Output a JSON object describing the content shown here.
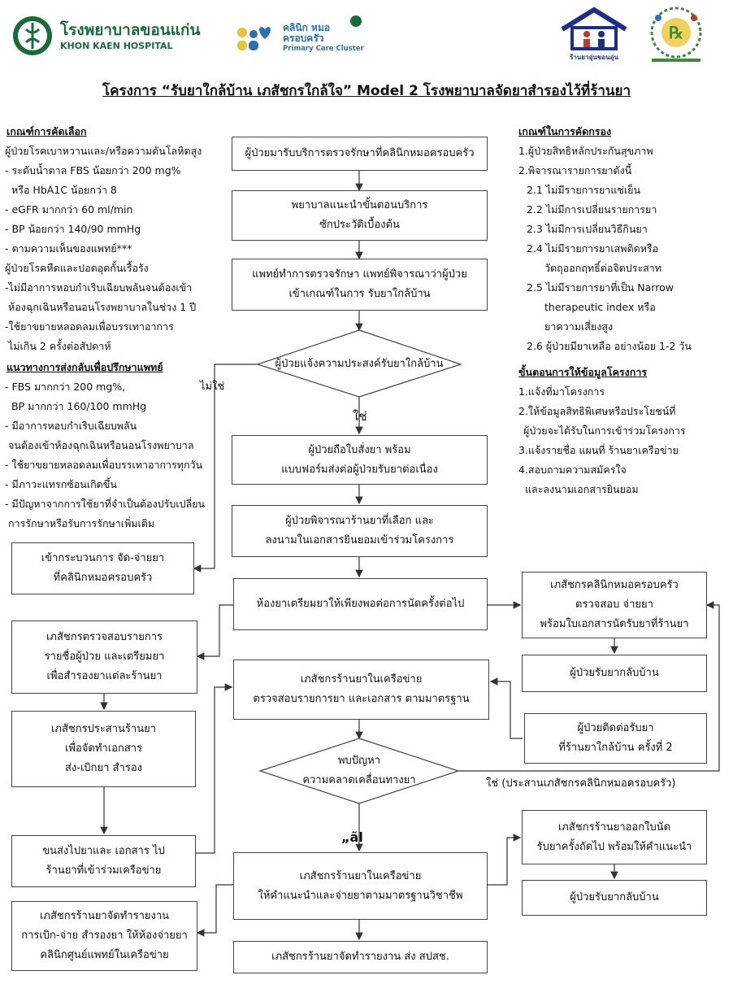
{
  "header": {
    "hospital_name_th": "โรงพยาบาลขอนแก่น",
    "hospital_name_en": "KHON KAEN HOSPITAL",
    "pcc_name_th": "คลินิก หมอครอบครัว",
    "pcc_name_en": "Primary Care Cluster",
    "pharmacy_logo_text": "ร้านยาอุ่นขอนอุ่น",
    "title": "โครงการ “รับยาใกล้บ้าน เภสัชกรใกล้ใจ” Model 2 โรงพยาบาลจัดยาสำรองไว้ที่ร้านยา"
  },
  "left_panel": {
    "criteria_heading": "เกณฑ์การคัดเลือก",
    "criteria_lines": [
      "ผู้ป่วยโรคเบาหวานและ/หรือความดันโลหิตสูง",
      "- ระดับน้ำตาล FBS น้อยกว่า 200 mg%",
      "  หรือ HbA1C น้อยกว่า 8",
      "- eGFR มากกว่า 60 ml/min",
      "- BP น้อยกว่า 140/90 mmHg",
      "- ตามความเห็นของแพทย์***",
      "ผู้ป่วยโรคหืดและปอดอุดกั้นเรื้อรัง",
      "-ไม่มีอาการหอบกำเริบเฉียบพลันจนต้องเข้า",
      "  ห้องฉุกเฉินหรือนอนโรงพยาบาลในช่วง 1 ปี",
      "-ใช้ยาขยายหลอดลมเพื่อบรรเทาอาการ",
      "  ไม่เกิน 2 ครั้งต่อสัปดาห์"
    ],
    "referral_heading": "แนวทางการส่งกลับเพื่อปรึกษาแพทย์",
    "referral_lines": [
      "- FBS มากกว่า 200 mg%,",
      "  BP มากกว่า 160/100 mmHg",
      "- มีอาการหอบกำเริบเฉียบพลัน",
      "  จนต้องเข้าห้องฉุกเฉินหรือนอนโรงพยาบาล",
      "- ใช้ยาขยายหลอดลมเพื่อบรรเทาอาการทุกวัน",
      "- มีภาวะแทรกซ้อนเกิดขึ้น",
      "- มีปัญหาจากการใช้ยาที่จำเป็นต้องปรับเปลี่ยน",
      "  การรักษาหรือรับการรักษาเพิ่มเติม"
    ]
  },
  "right_panel": {
    "screening_heading": "เกณฑ์ในการคัดกรอง",
    "screening_lines": [
      "1.ผู้ป่วยสิทธิหลักประกันสุขภาพ",
      "2.พิจารณารายการยาดังนี้",
      "  2.1 ไม่มีรายการยาแช่เย็น",
      "  2.2 ไม่มีการเปลี่ยนรายการยา",
      "  2.3 ไม่มีการเปลี่ยนวิธีกินยา",
      "  2.4 ไม่มีรายการยาเสพติดหรือ",
      "        วัตถุออกฤทธิ์ต่อจิตประสาท",
      "  2.5 ไม่มีรายการยาที่เป็น Narrow",
      "        therapeutic index หรือ",
      "        ยาความเสี่ยงสูง",
      "  2.6 ผู้ป่วยมียาเหลือ อย่างน้อย 1-2 วัน"
    ],
    "info_heading": "ขั้นตอนการให้ข้อมูลโครงการ",
    "info_lines": [
      "1.แจ้งที่มาโครงการ",
      "2.ให้ข้อมูลสิทธิพิเศษหรือประโยชน์ที่",
      "  ผู้ป่วยจะได้รับในการเข้าร่วมโครงการ",
      "3.แจ้งรายชื่อ แผนที่ ร้านยาเครือข่าย",
      "4.สอบถามความสมัครใจ",
      "  และลงนามเอกสารยินยอม"
    ]
  },
  "flow": {
    "step1": "ผู้ป่วยมารับบริการตรวจรักษาที่คลินิกหมอครอบครัว",
    "step2": "พยาบาลแนะนำขั้นตอนบริการ\nซักประวัติเบื้องต้น",
    "step3": "แพทย์ทำการตรวจรักษา แพทย์พิจารณาว่าผู้ป่วย\nเข้าเกณฑ์ในการ รับยาใกล้บ้าน",
    "decision1": "ผู้ป่วยแจ้งความประสงค์รับยาใกล้บ้าน",
    "label_no": "ไม่ใช่",
    "label_yes": "ใช่",
    "step4": "ผู้ป่วยถือใบสั่งยา พร้อม\nแบบฟอร์มส่งต่อผู้ป่วยรับยาต่อเนื่อง",
    "step5": "ผู้ป่วยพิจารณาร้านยาที่เลือก และ\nลงนามในเอกสารยินยอมเข้าร่วมโครงการ",
    "no_branch": "เข้ากระบวนการ จัด-จ่ายยา\nที่คลินิกหมอครอบครัว",
    "step6": "ห้องยาเตรียมยาให้เพียงพอต่อการนัดครั้งต่อไป",
    "pcc_pharmacist": "เภสัชกรคลินิกหมอครอบครัว\nตรวจสอบ จ่ายยา\nพร้อมใบเอกสารนัดรับยาที่ร้านยา",
    "patient_home1": "ผู้ป่วยรับยากลับบ้าน",
    "followup": "ผู้ป่วยติดต่อรับยา\nที่ร้านยาใกล้บ้าน ครั้งที่ 2",
    "left_prep": "เภสัชกรตรวจสอบรายการ\nรายชื่อผู้ป่วย และเตรียมยา\nเพื่อสำรองยาแต่ละร้านยา",
    "left_coord": "เภสัชกรประสานร้านยา\nเพื่อจัดทำเอกสาร\nส่ง-เบิกยา สำรอง",
    "left_ship": "ขนส่งไปยาและ เอกสาร ไป\nร้านยาที่เข้าร่วมเครือข่าย",
    "left_report": "เภสัชกรร้านยาจัดทำรายงาน\nการเบิก-จ่าย สำรองยา ให้ห้องจ่ายยา\nคลินิกศูนย์แพทย์ในเครือข่าย",
    "net_check": "เภสัชกรร้านยาในเครือข่าย\nตรวจสอบรายการยา และเอกสาร ตามมาตรฐาน",
    "decision2": "พบปัญหา\nความคลาดเคลื่อนทางยา",
    "label_yes_coord": "ใช่ (ประสานเภสัชกรคลินิกหมอครอบครัว)",
    "label_no2": "„ãl",
    "net_dispense": "เภสัชกรร้านยาในเครือข่าย\nให้คำแนะนำและจ่ายยาตามมาตรฐานวิชาชีพ",
    "net_report": "เภสัชกรร้านยาจัดทำรายงาน ส่ง สปสช.",
    "next_appt": "เภสัชกรร้านยาออกใบนัด\nรับยาครั้งถัดไป พร้อมให้คำแนะนำ",
    "patient_home2": "ผู้ป่วยรับยากลับบ้าน"
  },
  "colors": {
    "hospital_green": "#1a6b3a",
    "pcc_blue": "#2c6fb5",
    "pcc_yellow": "#e7c33a",
    "line": "#333333"
  }
}
